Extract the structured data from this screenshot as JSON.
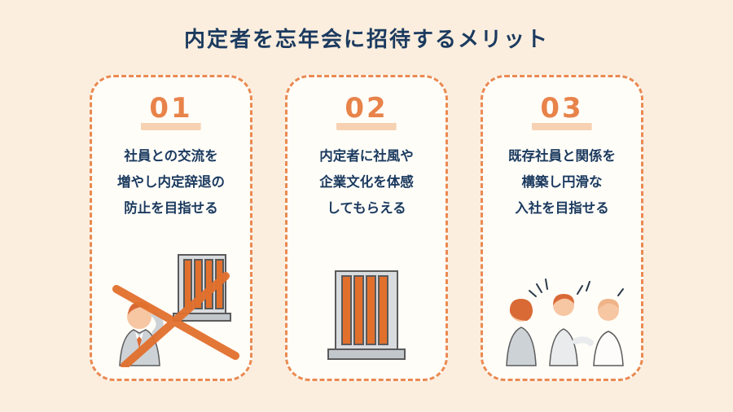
{
  "title": "内定者を忘年会に招待するメリット",
  "colors": {
    "background": "#fbeede",
    "card_background": "#fffdf8",
    "card_border": "#ea8a52",
    "accent_orange": "#e2702d",
    "number_orange": "#e8834a",
    "number_highlight": "#f6d2b3",
    "text_navy": "#1b3a5f",
    "illustration_grey": "#d2d6d9"
  },
  "cards": [
    {
      "number": "01",
      "lines": [
        "社員との交流を",
        "増やし内定辞退の",
        "防止を目指せる"
      ],
      "illustration": "declined-offer-illustration"
    },
    {
      "number": "02",
      "lines": [
        "内定者に社風や",
        "企業文化を体感",
        "してもらえる"
      ],
      "illustration": "company-building-illustration"
    },
    {
      "number": "03",
      "lines": [
        "既存社員と関係を",
        "構築し円滑な",
        "入社を目指せる"
      ],
      "illustration": "people-talking-illustration"
    }
  ]
}
